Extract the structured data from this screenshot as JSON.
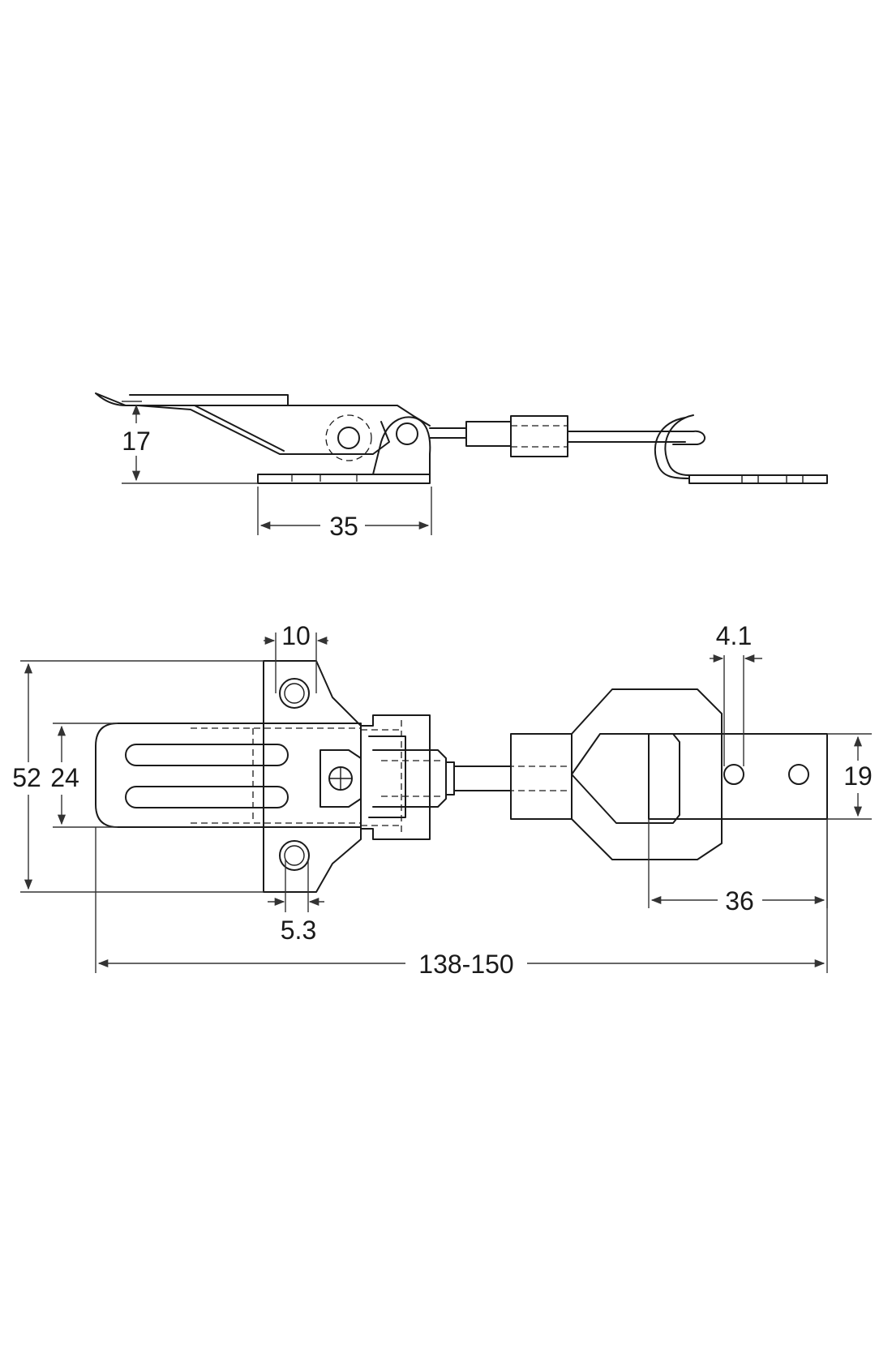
{
  "drawing": {
    "style": {
      "line_color": "#1a1a1a",
      "background": "#ffffff"
    },
    "side_view": {
      "dimensions": {
        "height": "17",
        "base_length": "35"
      }
    },
    "top_view": {
      "dimensions": {
        "hole_spacing": "10",
        "hole_diameter": "5.3",
        "overall_width": "52",
        "body_width": "24",
        "catch_hole": "4.1",
        "catch_width": "19",
        "catch_length": "36",
        "overall_length": "138-150"
      }
    }
  }
}
